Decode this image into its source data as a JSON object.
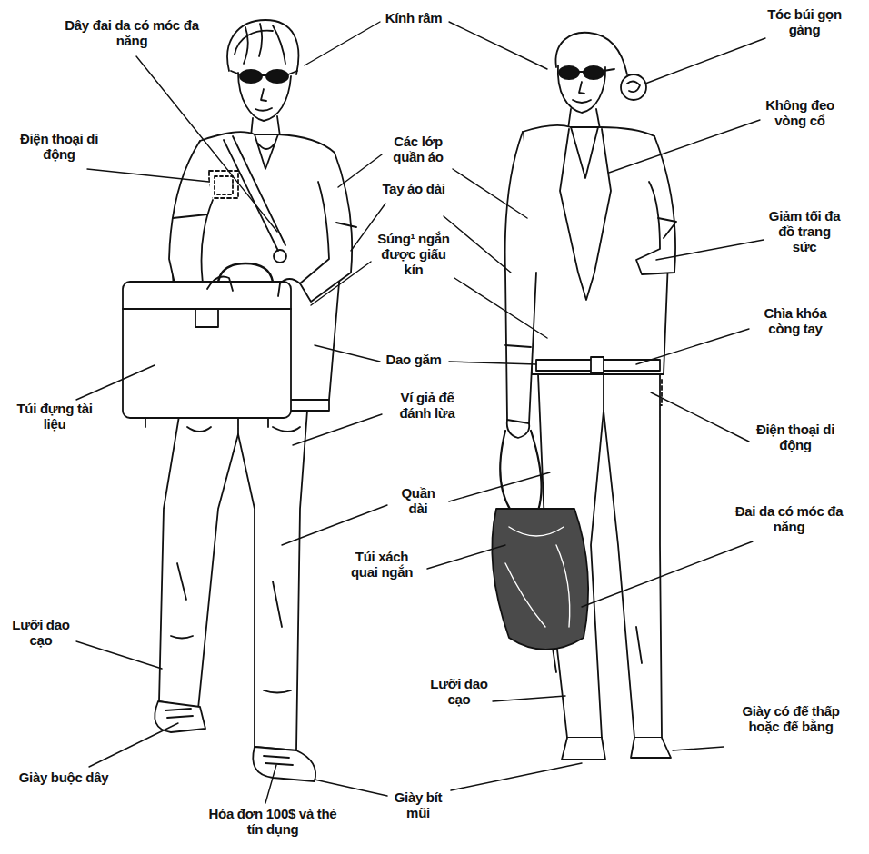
{
  "diagram": {
    "labels": [
      "Dây đai da có móc đa năng",
      "Kính râm",
      "Tóc búi gọn gàng",
      "Không đeo vòng cổ",
      "Điện thoại di động",
      "Các lớp quần áo",
      "Tay áo dài",
      "Giảm tối đa đồ trang sức",
      "Súng¹ ngắn được giấu kín",
      "Chìa khóa còng tay",
      "Dao găm",
      "Ví giả để đánh lừa",
      "Túi đựng tài liệu",
      "Điện thoại di động",
      "Quần dài",
      "Đai da có móc đa năng",
      "Túi xách quai ngắn",
      "Lưỡi dao cạo",
      "Lưỡi dao cạo",
      "Giày có đế thấp hoặc đế bằng",
      "Giày buộc dây",
      "Hóa đơn 100$ và thẻ tín dụng",
      "Giày bít mũi"
    ]
  }
}
